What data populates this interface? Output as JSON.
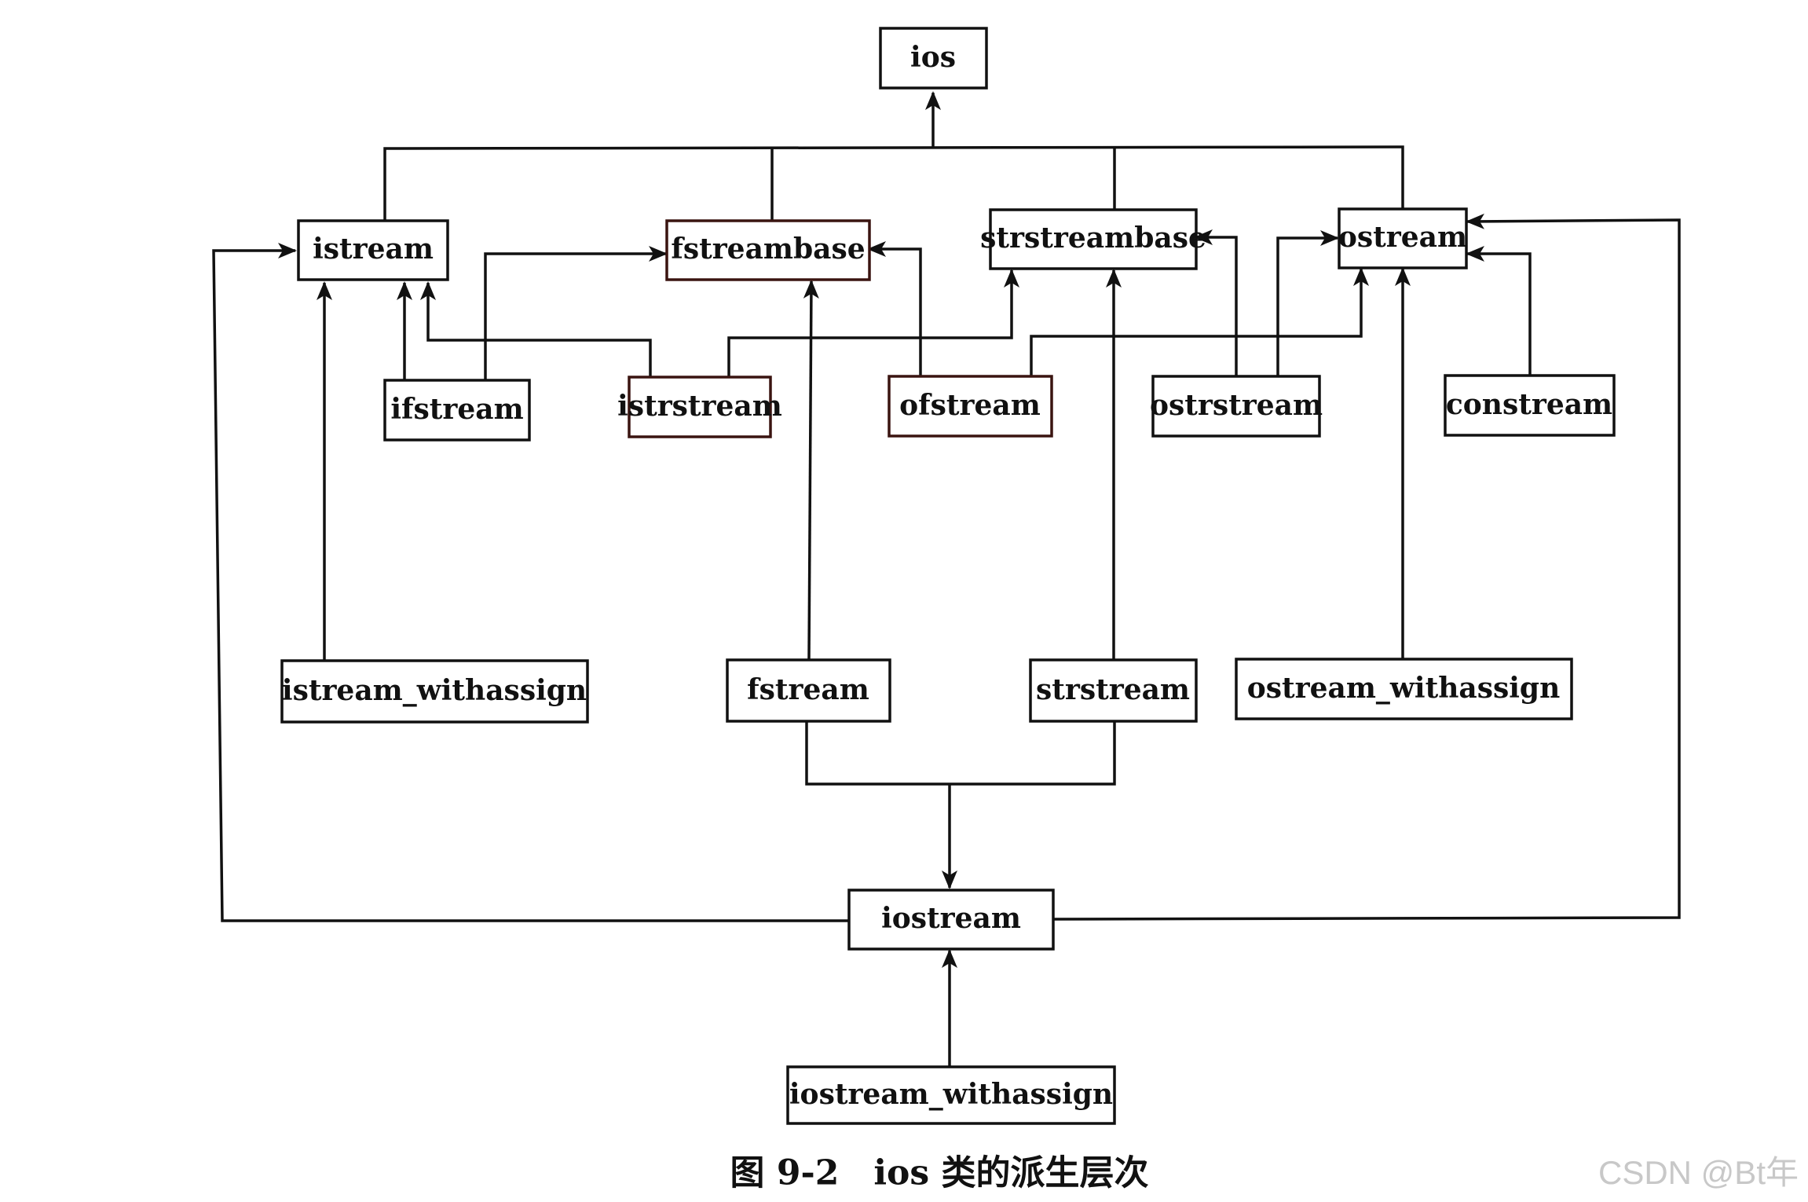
{
  "diagram": {
    "nodes": {
      "ios": "ios",
      "istream": "istream",
      "fstreambase": "fstreambase",
      "strstreambase": "strstreambase",
      "ostream": "ostream",
      "ifstream": "ifstream",
      "istrstream": "istrstream",
      "ofstream": "ofstream",
      "ostrstream": "ostrstream",
      "constream": "constream",
      "istream_withassign": "istream_withassign",
      "fstream": "fstream",
      "strstream": "strstream",
      "ostream_withassign": "ostream_withassign",
      "iostream": "iostream",
      "iostream_withassign": "iostream_withassign"
    },
    "edges": [
      {
        "from": "istream",
        "to": "ios"
      },
      {
        "from": "fstreambase",
        "to": "ios"
      },
      {
        "from": "strstreambase",
        "to": "ios"
      },
      {
        "from": "ostream",
        "to": "ios"
      },
      {
        "from": "ifstream",
        "to": "istream"
      },
      {
        "from": "ifstream",
        "to": "fstreambase"
      },
      {
        "from": "istrstream",
        "to": "istream"
      },
      {
        "from": "istrstream",
        "to": "strstreambase"
      },
      {
        "from": "ofstream",
        "to": "fstreambase"
      },
      {
        "from": "ofstream",
        "to": "ostream"
      },
      {
        "from": "ostrstream",
        "to": "strstreambase"
      },
      {
        "from": "ostrstream",
        "to": "ostream"
      },
      {
        "from": "constream",
        "to": "ostream"
      },
      {
        "from": "istream_withassign",
        "to": "istream"
      },
      {
        "from": "ostream_withassign",
        "to": "ostream"
      },
      {
        "from": "fstream",
        "to": "fstreambase"
      },
      {
        "from": "strstream",
        "to": "strstreambase"
      },
      {
        "from": "fstream",
        "to": "iostream"
      },
      {
        "from": "strstream",
        "to": "iostream"
      },
      {
        "from": "iostream",
        "to": "istream"
      },
      {
        "from": "iostream",
        "to": "ostream"
      },
      {
        "from": "iostream_withassign",
        "to": "iostream"
      }
    ],
    "caption": "图 9-2　ios 类的派生层次"
  },
  "watermark": "CSDN @Bt年",
  "colors": {
    "line": "#111111",
    "text": "#111111",
    "highlight_border": "#3a1410",
    "watermark": "#c8c8c8"
  }
}
